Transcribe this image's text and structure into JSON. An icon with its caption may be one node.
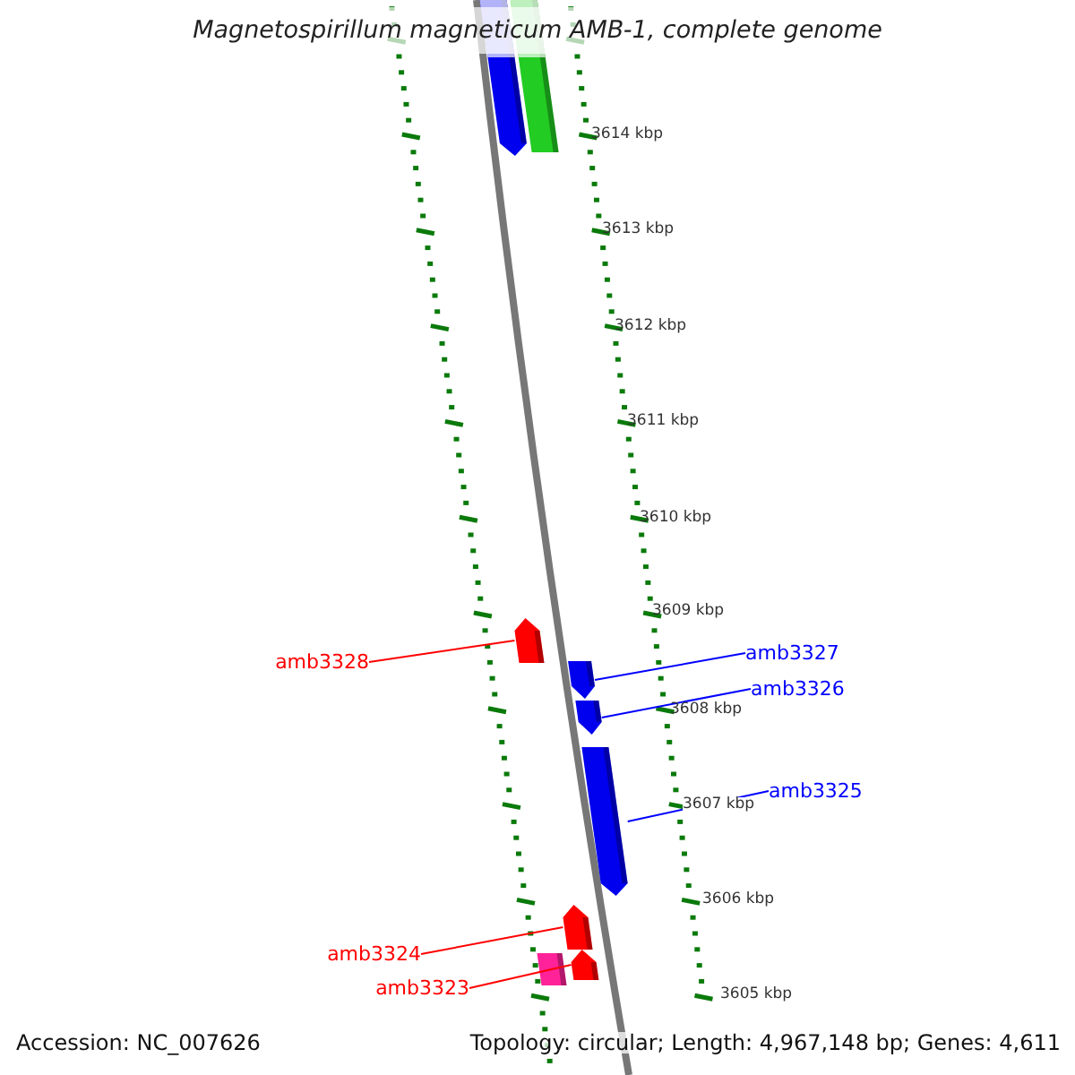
{
  "diagram": {
    "title": "Magnetospirillum magneticum AMB-1, complete genome",
    "nodes": [
      {
        "text": [],
        "shape": "bar"
      },
      {
        "text": [],
        "shape": "bar"
      },
      {
        "text": [
          "amb3328"
        ]
      },
      {
        "text": [],
        "shape": "bar"
      },
      {
        "text": [
          "amb3327"
        ]
      },
      {
        "text": [],
        "shape": "bar"
      },
      {
        "text": [
          "amb3326"
        ]
      },
      {
        "text": [],
        "shape": "bar"
      },
      {
        "text": [
          "amb3325"
        ]
      },
      {
        "text": [],
        "shape": "bar"
      },
      {
        "text": [
          "amb3324"
        ]
      },
      {
        "text": [],
        "shape": "bar"
      },
      {
        "text": [
          "amb3323"
        ]
      },
      {
        "text": [],
        "shape": "bar"
      },
      {
        "text": [],
        "shape": "bar"
      }
    ],
    "edges": [
      {
        "from": 2,
        "to": 3,
        "arrow": "none"
      },
      {
        "from": 4,
        "to": 5,
        "arrow": "none",
        "color": "#0000ff"
      },
      {
        "from": 6,
        "to": 7,
        "arrow": "none",
        "color": "#0000ff"
      },
      {
        "from": 8,
        "to": 9,
        "arrow": "none",
        "color": "#0000ff"
      },
      {
        "from": 10,
        "to": 11,
        "arrow": "none"
      },
      {
        "from": 12,
        "to": 14,
        "arrow": "none"
      }
    ],
    "labels": [
      "3614 kbp",
      "3613 kbp",
      "3612 kbp",
      "3611 kbp",
      "3610 kbp",
      "3609 kbp",
      "3608 kbp",
      "3607 kbp",
      "3606 kbp",
      "3605 kbp",
      "Accession: NC_007626",
      "Topology: circular; Length: 4,967,148 bp; Genes: 4,611"
    ]
  }
}
